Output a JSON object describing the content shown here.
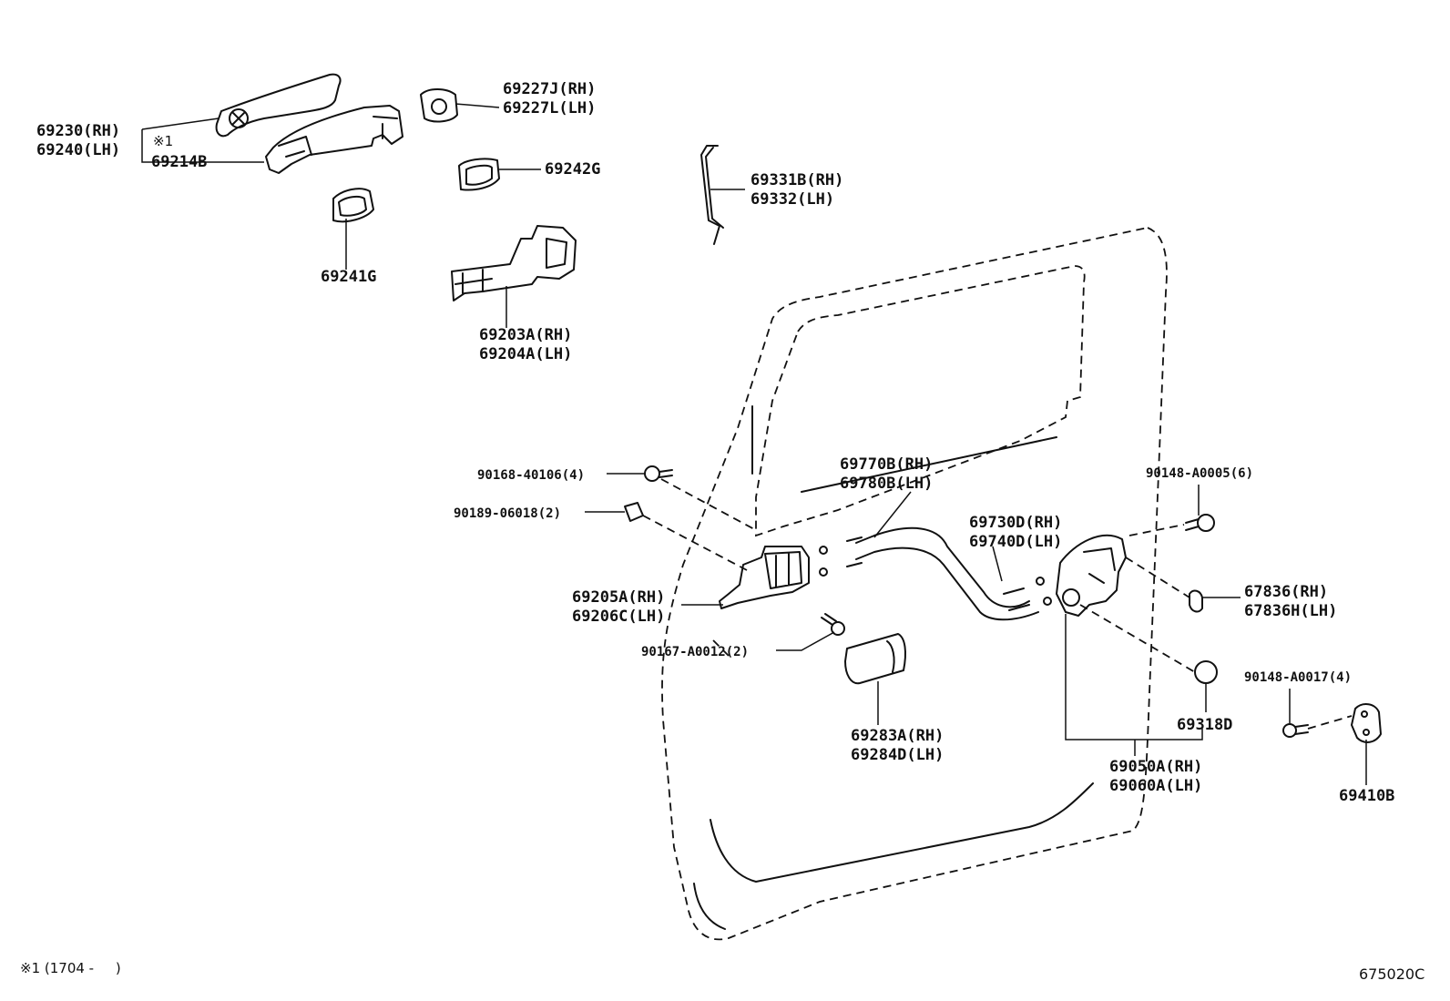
{
  "labels": {
    "handle_cover": [
      "69230(RH)",
      "69240(LH)"
    ],
    "note_mark": "※1",
    "handle_frame": "69214B",
    "cylinder_cover": [
      "69227J(RH)",
      "69227L(LH)"
    ],
    "pad_upper": "69242G",
    "pad_lower": "69241G",
    "rod": [
      "69331B(RH)",
      "69332(LH)"
    ],
    "frame_assy": [
      "69203A(RH)",
      "69204A(LH)"
    ],
    "screw_90168": "90168-40106(4)",
    "clip_90189": "90189-06018(2)",
    "cable_69770": [
      "69770B(RH)",
      "69780B(LH)"
    ],
    "cable_69730": [
      "69730D(RH)",
      "69740D(LH)"
    ],
    "screw_90148_6": "90148-A0005(6)",
    "inside_handle": [
      "69205A(RH)",
      "69206C(LH)"
    ],
    "cushion": [
      "67836(RH)",
      "67836H(LH)"
    ],
    "screw_90167": "90167-A0012(2)",
    "screw_90148_4": "90148-A0017(4)",
    "cap": "69318D",
    "bezel": [
      "69283A(RH)",
      "69284D(LH)"
    ],
    "lock_assy": [
      "69050A(RH)",
      "69060A(LH)"
    ],
    "striker": "69410B"
  },
  "footnote": "※1 (1704 -     )",
  "figure_code": "675020C"
}
